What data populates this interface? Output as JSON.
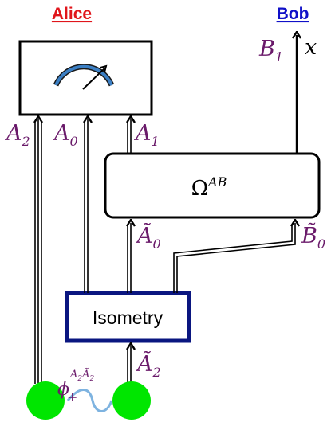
{
  "headers": {
    "alice": "Alice",
    "bob": "Bob",
    "alice_color": "#e0151b",
    "bob_color": "#1010c8"
  },
  "boxes": {
    "measurement": {
      "icon": "meter-dial-icon",
      "dial_color": "#3b7fc4"
    },
    "omega": {
      "base": "Ω",
      "sup": "AB"
    },
    "isometry": {
      "label": "Isometry",
      "border_color": "#0a1680"
    }
  },
  "labels": {
    "A2": {
      "base": "A",
      "sub": "2"
    },
    "A0": {
      "base": "A",
      "sub": "0"
    },
    "A1": {
      "base": "A",
      "sub": "1"
    },
    "A0_tilde": {
      "base": "Ã",
      "sub": "0"
    },
    "B0_tilde": {
      "base": "B̃",
      "sub": "0"
    },
    "A2_tilde": {
      "base": "Ã",
      "sub": "2"
    },
    "B1": {
      "base": "B",
      "sub": "1"
    },
    "x": "x",
    "phi": {
      "base": "ϕ",
      "sub": "+",
      "sup_parts": [
        "A",
        "2",
        "Ã",
        "2"
      ]
    },
    "color": "#6a1a6a"
  },
  "state": {
    "node_color": "#00e600",
    "link_color": "#7eb3e0"
  }
}
